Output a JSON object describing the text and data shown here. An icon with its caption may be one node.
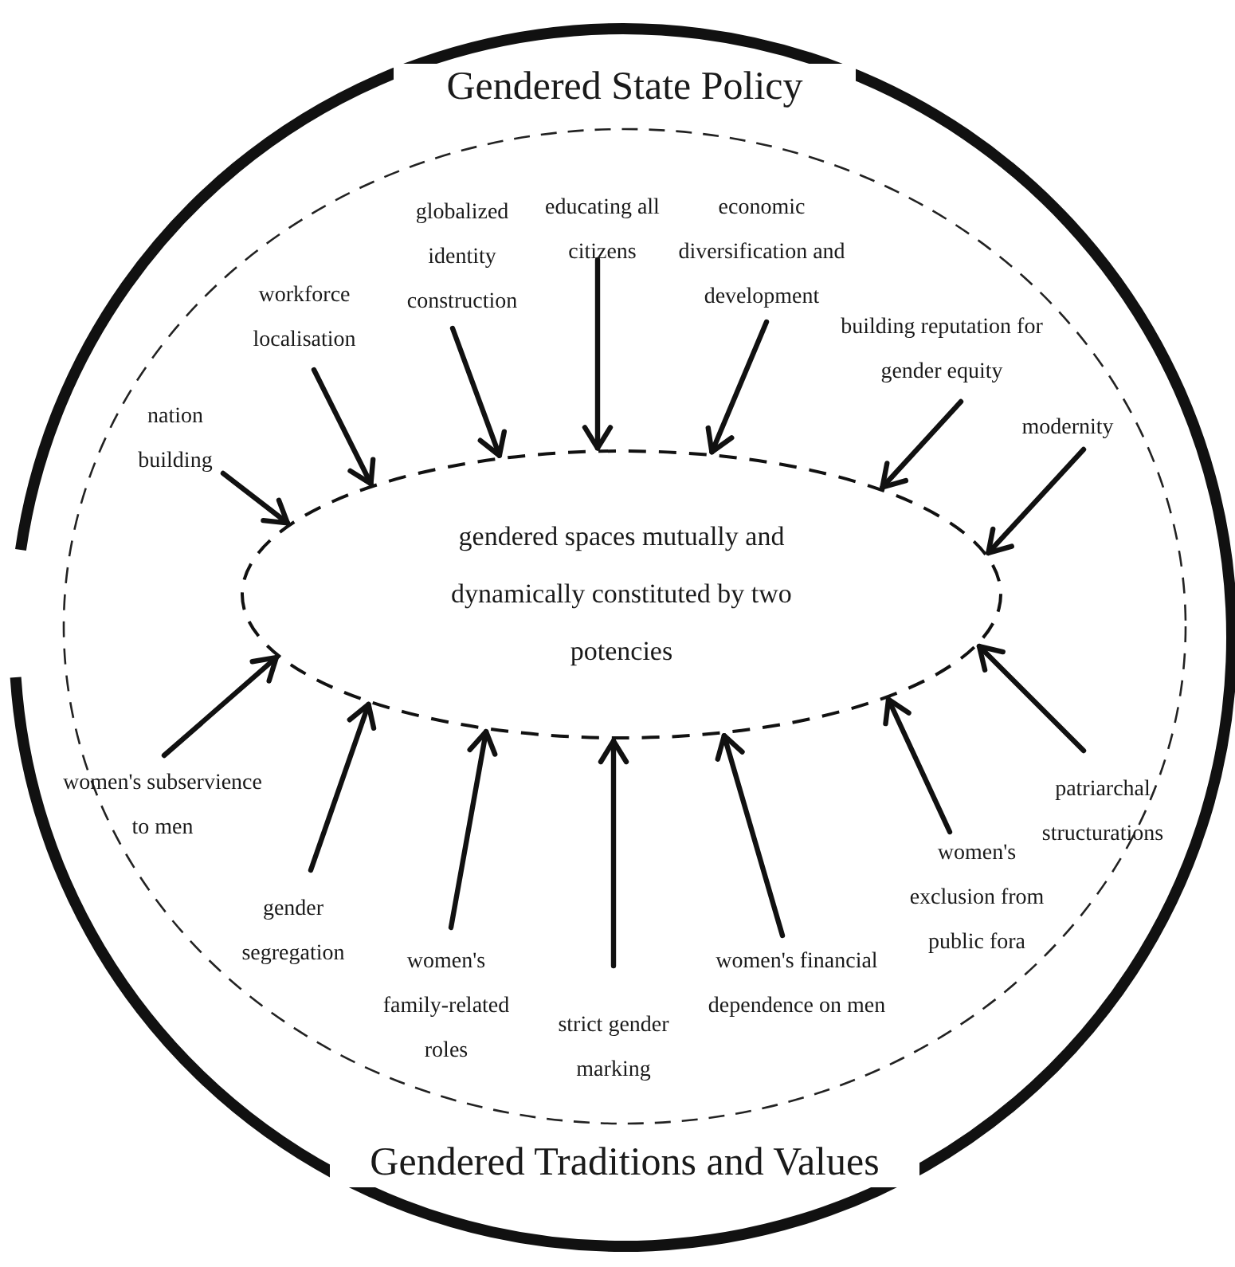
{
  "diagram": {
    "nodes": [
      {
        "text": [
          "Gendered State Policy",
          "Gendered Traditions and Values"
        ]
      },
      {
        "text": [
          "gendered spaces mutually and dynamically constituted by two potencies"
        ],
        "in": 0
      },
      {
        "text": [
          "nation building"
        ],
        "in": 0
      },
      {
        "text": [
          "workforce localisation"
        ],
        "in": 0
      },
      {
        "text": [
          "globalized identity construction"
        ],
        "in": 0
      },
      {
        "text": [
          "educating all citizens"
        ],
        "in": 0
      },
      {
        "text": [
          "economic diversification and development"
        ],
        "in": 0
      },
      {
        "text": [
          "building reputation for gender equity"
        ],
        "in": 0
      },
      {
        "text": [
          "modernity"
        ],
        "in": 0
      },
      {
        "text": [
          "women's subservience to men"
        ],
        "in": 0
      },
      {
        "text": [
          "gender segregation"
        ],
        "in": 0
      },
      {
        "text": [
          "women's family-related roles"
        ],
        "in": 0
      },
      {
        "text": [
          "strict gender marking"
        ],
        "in": 0
      },
      {
        "text": [
          "women's financial dependence on men"
        ],
        "in": 0
      },
      {
        "text": [
          "women's exclusion from public fora"
        ],
        "in": 0
      },
      {
        "text": [
          "patriarchal structurations"
        ],
        "in": 0
      }
    ],
    "edges": [
      {
        "from": 2,
        "to": 1,
        "arrow": "to"
      },
      {
        "from": 3,
        "to": 1,
        "arrow": "to"
      },
      {
        "from": 4,
        "to": 1,
        "arrow": "to"
      },
      {
        "from": 5,
        "to": 1,
        "arrow": "to"
      },
      {
        "from": 6,
        "to": 1,
        "arrow": "to"
      },
      {
        "from": 7,
        "to": 1,
        "arrow": "to"
      },
      {
        "from": 8,
        "to": 1,
        "arrow": "to"
      },
      {
        "from": 9,
        "to": 1,
        "arrow": "to"
      },
      {
        "from": 10,
        "to": 1,
        "arrow": "to"
      },
      {
        "from": 11,
        "to": 1,
        "arrow": "to"
      },
      {
        "from": 12,
        "to": 1,
        "arrow": "to"
      },
      {
        "from": 13,
        "to": 1,
        "arrow": "to"
      },
      {
        "from": 14,
        "to": 1,
        "arrow": "to"
      },
      {
        "from": 15,
        "to": 1,
        "arrow": "to"
      }
    ]
  }
}
